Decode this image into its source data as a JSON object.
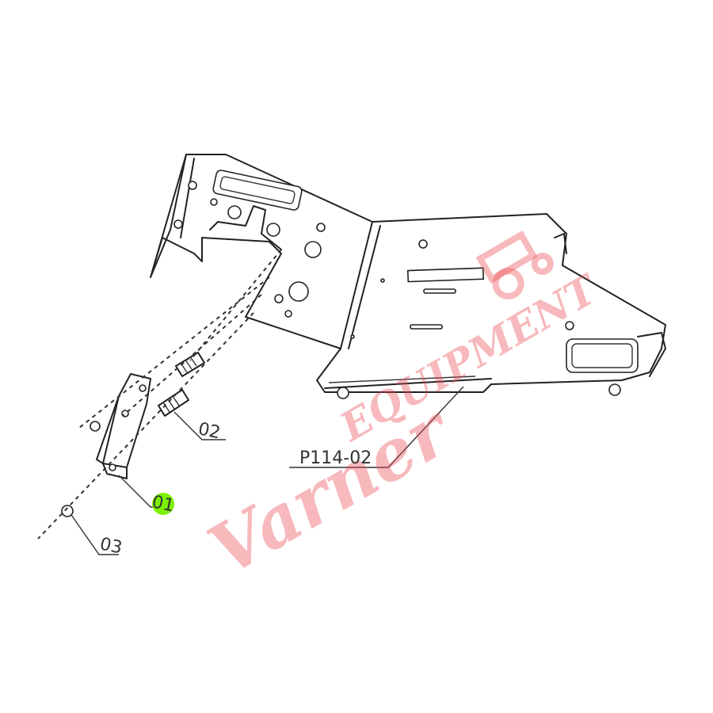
{
  "diagram": {
    "assembly_label": "P114-02",
    "callouts": [
      {
        "id": "01",
        "label": "01",
        "highlight_color": "#7cf000"
      },
      {
        "id": "02",
        "label": "02"
      },
      {
        "id": "03",
        "label": "03"
      }
    ]
  },
  "watermark": {
    "brand_script": "Varner",
    "brand_block": "EQUIPMENT",
    "color": "#eb4650",
    "icon": "tractor-icon"
  }
}
